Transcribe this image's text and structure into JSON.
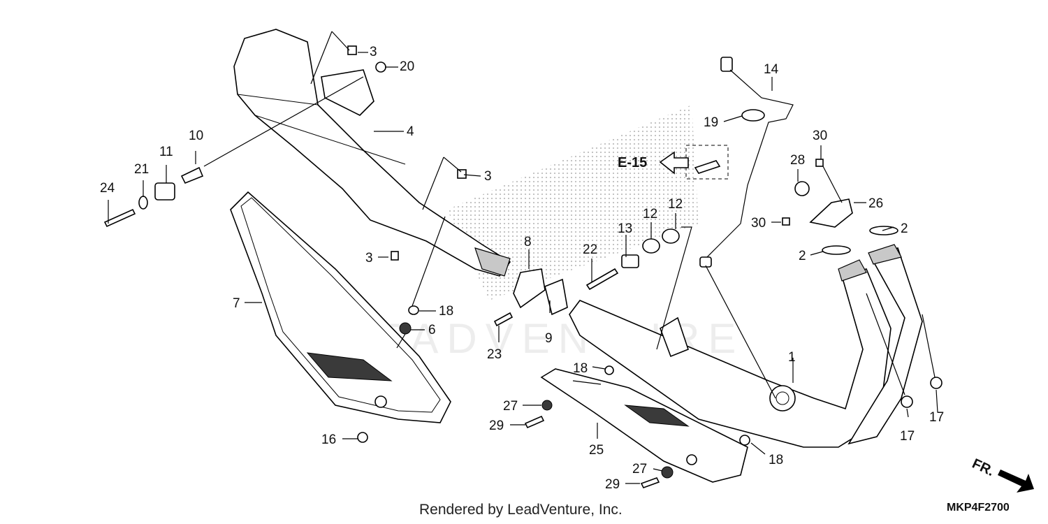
{
  "callouts": [
    {
      "id": "c1",
      "text": "1"
    },
    {
      "id": "c2a",
      "text": "2"
    },
    {
      "id": "c2b",
      "text": "2"
    },
    {
      "id": "c3a",
      "text": "3"
    },
    {
      "id": "c3b",
      "text": "3"
    },
    {
      "id": "c3c",
      "text": "3"
    },
    {
      "id": "c4",
      "text": "4"
    },
    {
      "id": "c6",
      "text": "6"
    },
    {
      "id": "c7",
      "text": "7"
    },
    {
      "id": "c8",
      "text": "8"
    },
    {
      "id": "c9",
      "text": "9"
    },
    {
      "id": "c10",
      "text": "10"
    },
    {
      "id": "c11",
      "text": "11"
    },
    {
      "id": "c12a",
      "text": "12"
    },
    {
      "id": "c12b",
      "text": "12"
    },
    {
      "id": "c13",
      "text": "13"
    },
    {
      "id": "c14",
      "text": "14"
    },
    {
      "id": "c16",
      "text": "16"
    },
    {
      "id": "c17a",
      "text": "17"
    },
    {
      "id": "c17b",
      "text": "17"
    },
    {
      "id": "c18a",
      "text": "18"
    },
    {
      "id": "c18b",
      "text": "18"
    },
    {
      "id": "c18c",
      "text": "18"
    },
    {
      "id": "c19",
      "text": "19"
    },
    {
      "id": "c20",
      "text": "20"
    },
    {
      "id": "c21",
      "text": "21"
    },
    {
      "id": "c22",
      "text": "22"
    },
    {
      "id": "c23",
      "text": "23"
    },
    {
      "id": "c24",
      "text": "24"
    },
    {
      "id": "c25",
      "text": "25"
    },
    {
      "id": "c26",
      "text": "26"
    },
    {
      "id": "c27a",
      "text": "27"
    },
    {
      "id": "c27b",
      "text": "27"
    },
    {
      "id": "c28",
      "text": "28"
    },
    {
      "id": "c29a",
      "text": "29"
    },
    {
      "id": "c29b",
      "text": "29"
    },
    {
      "id": "c30a",
      "text": "30"
    },
    {
      "id": "c30b",
      "text": "30"
    }
  ],
  "reference_label": "E-15",
  "direction_label": "FR.",
  "watermark": "LEADVENTURE",
  "footer_text": "Rendered by LeadVenture, Inc.",
  "diagram_code": "MKP4F2700"
}
